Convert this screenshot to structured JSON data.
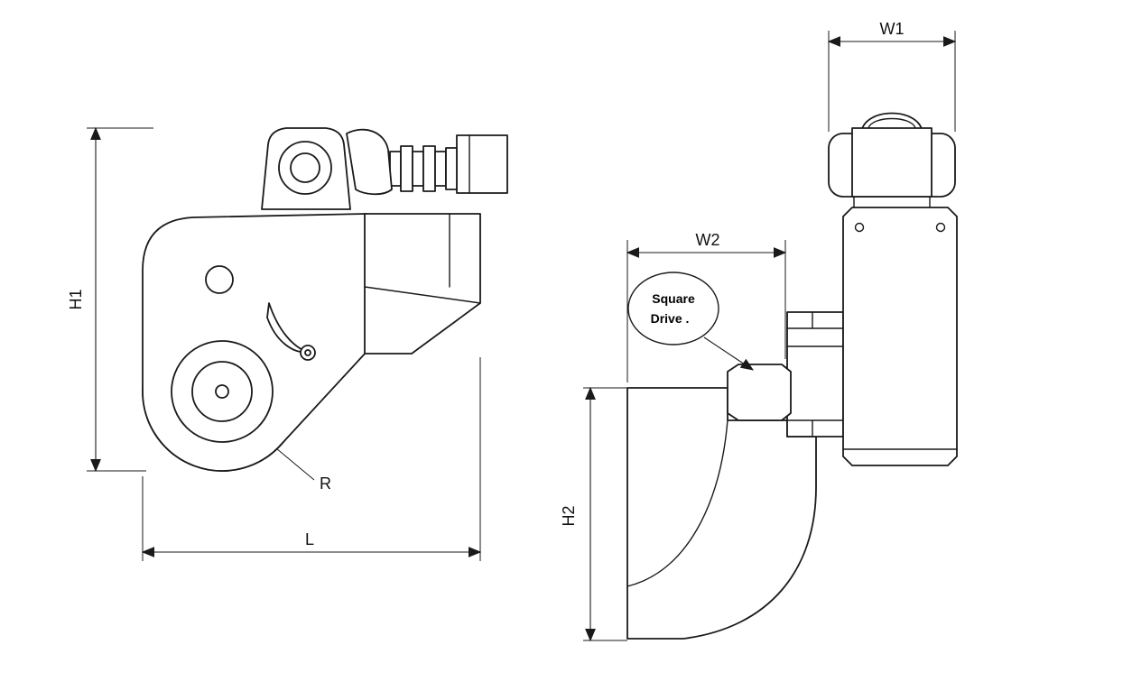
{
  "page": {
    "background": "#ffffff",
    "ink_color": "#1a1a1a",
    "description_labels_only": true
  },
  "labels": {
    "h1": "H1",
    "l": "L",
    "r": "R",
    "w1": "W1",
    "w2": "W2",
    "h2": "H2",
    "square_drive": {
      "line1": "Square",
      "line2": "Drive ."
    }
  }
}
